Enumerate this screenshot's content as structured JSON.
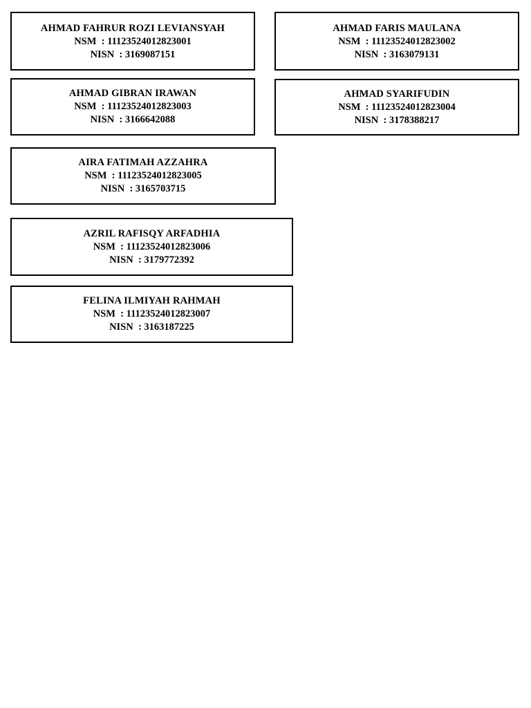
{
  "students": [
    {
      "name": "AHMAD FAHRUR ROZI LEVIANSYAH",
      "nsm": "NSM  : 11123524012823001",
      "nisn": "NISN  : 3169087151"
    },
    {
      "name": "AHMAD FARIS MAULANA",
      "nsm": "NSM  : 11123524012823002",
      "nisn": "NISN  : 3163079131"
    },
    {
      "name": "AHMAD GIBRAN IRAWAN",
      "nsm": "NSM  : 11123524012823003",
      "nisn": "NISN  : 3166642088"
    },
    {
      "name": "AHMAD SYARIFUDIN",
      "nsm": "NSM  : 11123524012823004",
      "nisn": "NISN  : 3178388217"
    },
    {
      "name": "AIRA FATIMAH AZZAHRA",
      "nsm": "NSM  : 11123524012823005",
      "nisn": "NISN  : 3165703715"
    },
    {
      "name": "AZRIL RAFISQY ARFADHIA",
      "nsm": "NSM  : 11123524012823006",
      "nisn": "NISN  : 3179772392"
    },
    {
      "name": "FELINA ILMIYAH RAHMAH",
      "nsm": "NSM  : 11123524012823007",
      "nisn": "NISN  : 3163187225"
    }
  ]
}
